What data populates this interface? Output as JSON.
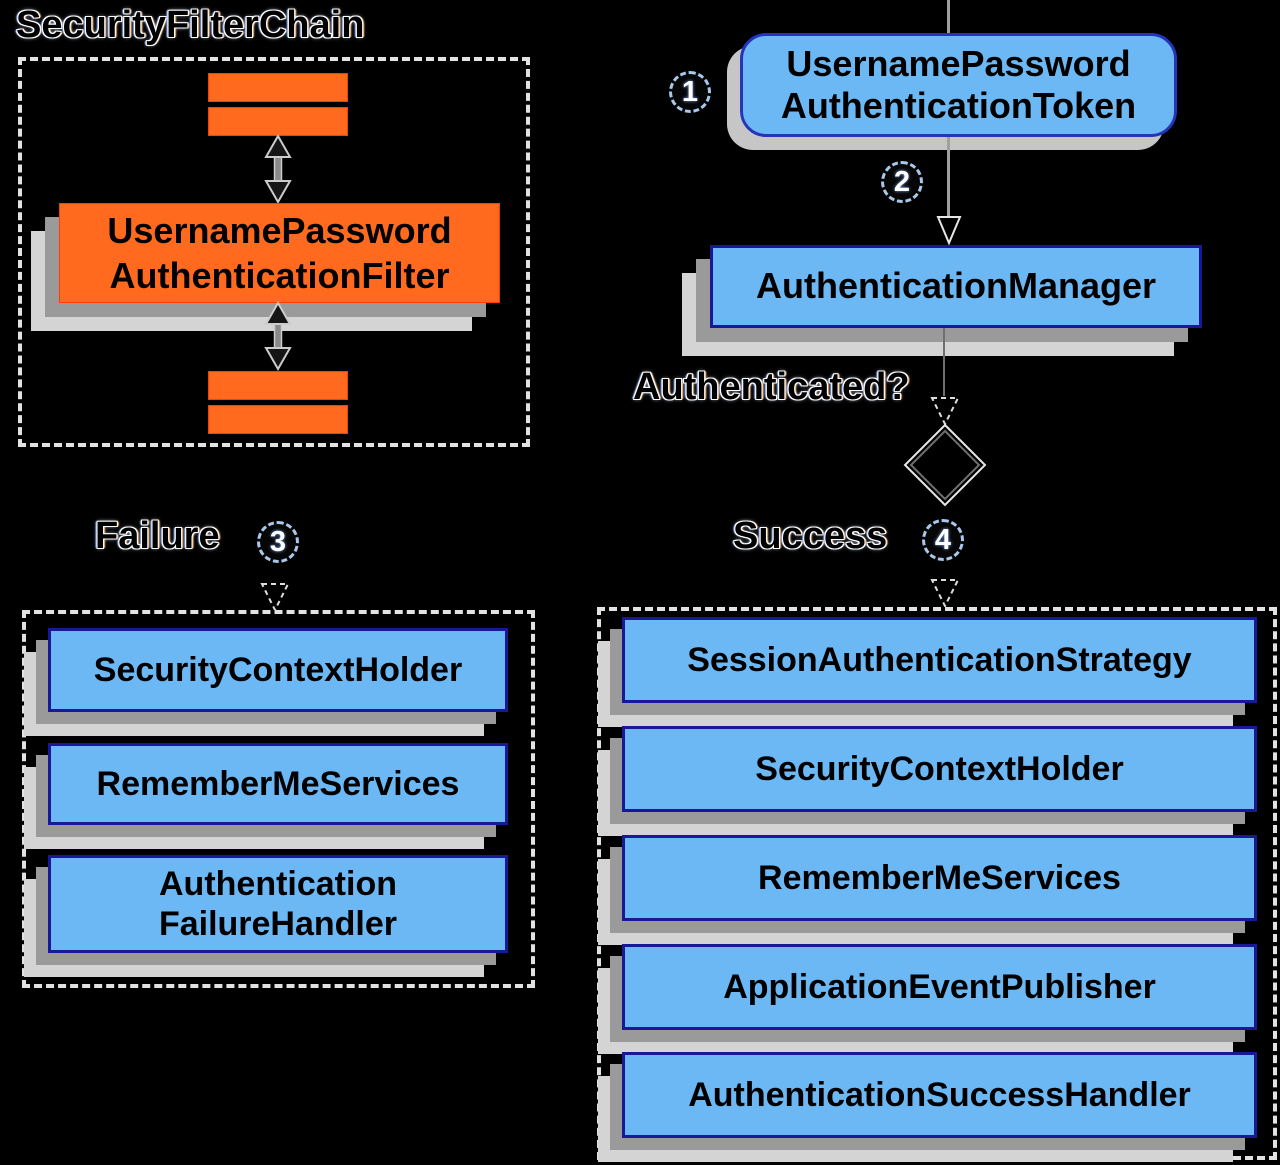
{
  "diagram": {
    "title": "SecurityFilterChain",
    "labels": {
      "authenticated": "Authenticated?",
      "failure": "Failure",
      "success": "Success"
    },
    "steps": {
      "s1": "1",
      "s2": "2",
      "s3": "3",
      "s4": "4"
    },
    "filter": {
      "line1": "UsernamePassword",
      "line2": "AuthenticationFilter"
    },
    "token": {
      "line1": "UsernamePassword",
      "line2": "AuthenticationToken"
    },
    "manager": "AuthenticationManager",
    "failure_items": [
      "SecurityContextHolder",
      "RememberMeServices"
    ],
    "failure_item3": {
      "line1": "Authentication",
      "line2": "FailureHandler"
    },
    "success_items": [
      "SessionAuthenticationStrategy",
      "SecurityContextHolder",
      "RememberMeServices",
      "ApplicationEventPublisher",
      "AuthenticationSuccessHandler"
    ],
    "colors": {
      "background": "#000000",
      "orange": "#ff6a1e",
      "blue_fill": "#6cb8f4",
      "blue_border": "#181899",
      "shadow_dark": "#9a9a9a",
      "shadow_light": "#d4d4d4",
      "dash": "#e2e2e2"
    }
  }
}
